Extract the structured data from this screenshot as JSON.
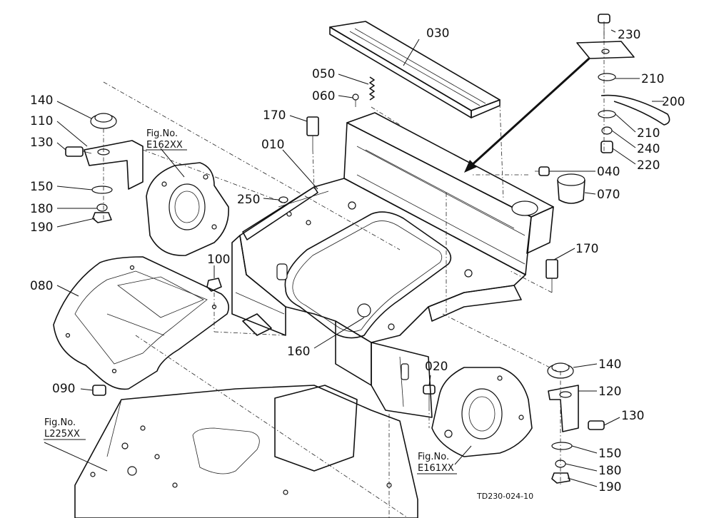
{
  "drawing_code": "TD230-024-10",
  "figure_refs": [
    {
      "id": "e162",
      "prefix": "Fig.No.",
      "number": "E162XX"
    },
    {
      "id": "l225",
      "prefix": "Fig.No.",
      "number": "L225XX"
    },
    {
      "id": "e161",
      "prefix": "Fig.No.",
      "number": "E161XX"
    }
  ],
  "part_labels": [
    {
      "id": "p030",
      "text": "030"
    },
    {
      "id": "p230",
      "text": "230"
    },
    {
      "id": "p050",
      "text": "050"
    },
    {
      "id": "p060",
      "text": "060"
    },
    {
      "id": "p210a",
      "text": "210"
    },
    {
      "id": "p200",
      "text": "200"
    },
    {
      "id": "p140a",
      "text": "140"
    },
    {
      "id": "p110",
      "text": "110"
    },
    {
      "id": "p170a",
      "text": "170"
    },
    {
      "id": "p210b",
      "text": "210"
    },
    {
      "id": "p240",
      "text": "240"
    },
    {
      "id": "p130a",
      "text": "130"
    },
    {
      "id": "p010",
      "text": "010"
    },
    {
      "id": "p220",
      "text": "220"
    },
    {
      "id": "p040",
      "text": "040"
    },
    {
      "id": "p150a",
      "text": "150"
    },
    {
      "id": "p250",
      "text": "250"
    },
    {
      "id": "p070",
      "text": "070"
    },
    {
      "id": "p180a",
      "text": "180"
    },
    {
      "id": "p190a",
      "text": "190"
    },
    {
      "id": "p170b",
      "text": "170"
    },
    {
      "id": "p100",
      "text": "100"
    },
    {
      "id": "p080",
      "text": "080"
    },
    {
      "id": "p160",
      "text": "160"
    },
    {
      "id": "p140b",
      "text": "140"
    },
    {
      "id": "p020",
      "text": "020"
    },
    {
      "id": "p120",
      "text": "120"
    },
    {
      "id": "p090",
      "text": "090"
    },
    {
      "id": "p130b",
      "text": "130"
    },
    {
      "id": "p150b",
      "text": "150"
    },
    {
      "id": "p180b",
      "text": "180"
    },
    {
      "id": "p190b",
      "text": "190"
    }
  ]
}
